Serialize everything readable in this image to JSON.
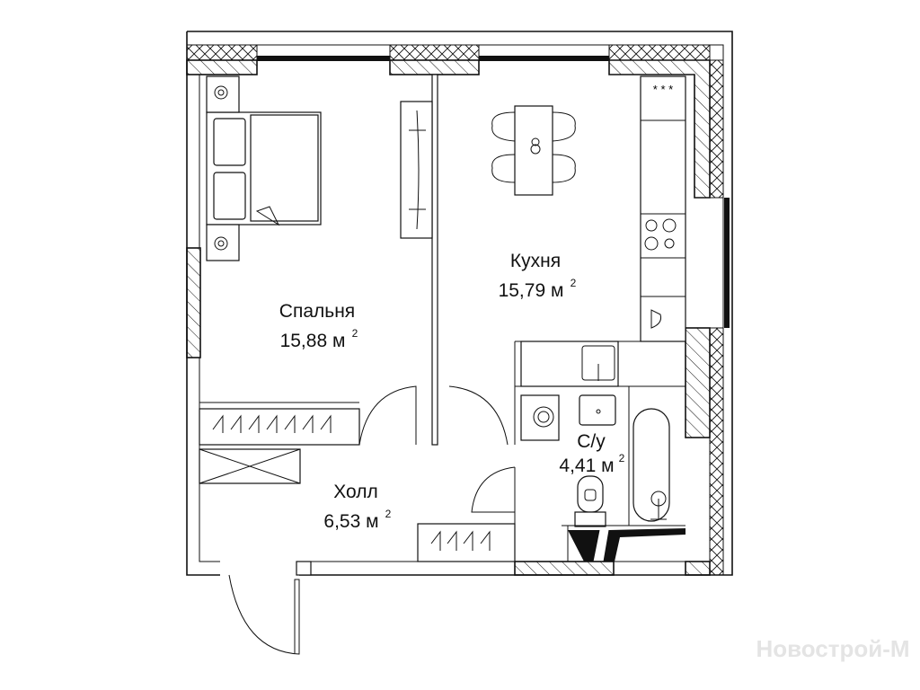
{
  "rooms": [
    {
      "name": "Спальня",
      "area": "15,88 м",
      "unit_sup": "2"
    },
    {
      "name": "Кухня",
      "area": "15,79 м",
      "unit_sup": "2"
    },
    {
      "name": "Холл",
      "area": "6,53 м",
      "unit_sup": "2"
    },
    {
      "name": "С/у",
      "area": "4,41 м",
      "unit_sup": "2"
    }
  ],
  "watermark": "Новострой-М",
  "colors": {
    "line": "#111111",
    "background": "#ffffff",
    "watermark": "#e4e4e4"
  }
}
